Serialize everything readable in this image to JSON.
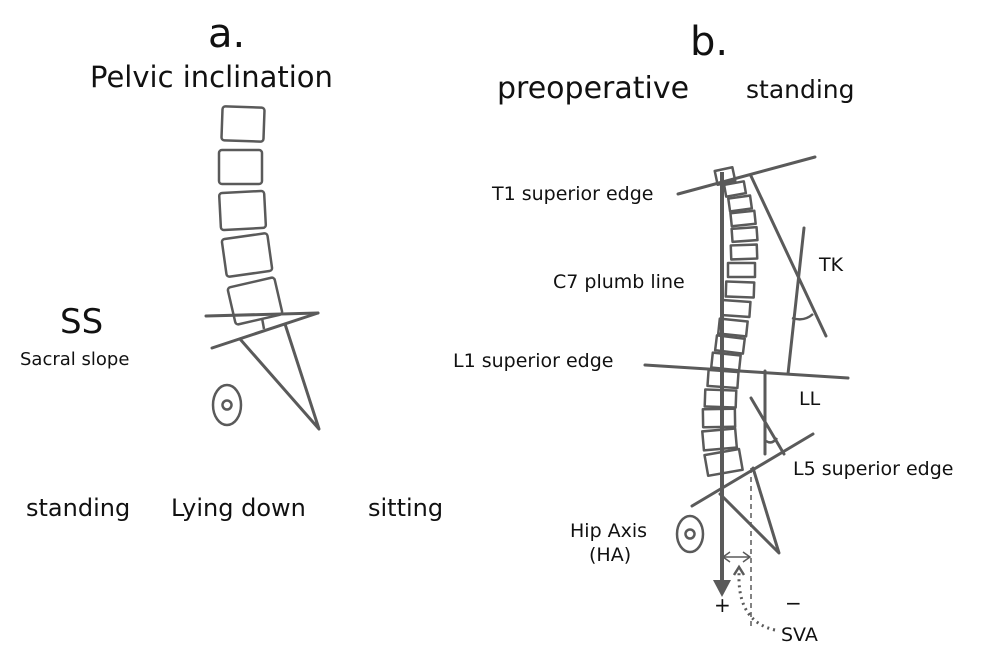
{
  "panel_a": {
    "letter": "a.",
    "title": "Pelvic inclination",
    "ss_abbrev": "SS",
    "ss_label": "Sacral slope",
    "positions": [
      "standing",
      "Lying down",
      "sitting"
    ]
  },
  "panel_b": {
    "letter": "b.",
    "left_title": "preoperative",
    "right_title": "standing",
    "labels": {
      "t1": "T1 superior edge",
      "c7": "C7 plumb line",
      "tk": "TK",
      "l1": "L1 superior edge",
      "ll": "LL",
      "l5": "L5 superior edge",
      "hip_axis": "Hip Axis",
      "hip_axis_abbrev": "(HA)",
      "plus": "+",
      "minus": "−",
      "sva": "SVA"
    }
  },
  "colors": {
    "line": "#5a5a5a",
    "text": "#111111"
  }
}
